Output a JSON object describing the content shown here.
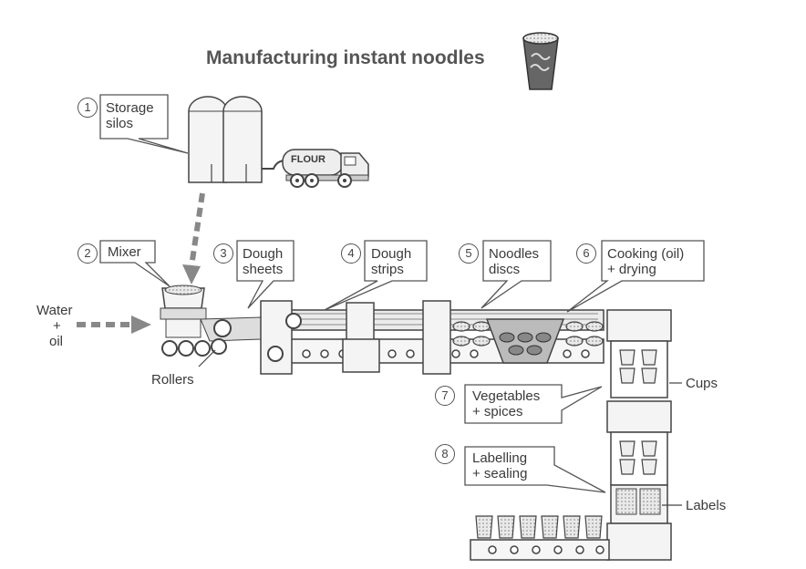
{
  "title": "Manufacturing instant noodles",
  "truck_text": "FLOUR",
  "steps": [
    {
      "number": "1",
      "line1": "Storage",
      "line2": "silos"
    },
    {
      "number": "2",
      "line1": "Mixer",
      "line2": ""
    },
    {
      "number": "3",
      "line1": "Dough",
      "line2": "sheets"
    },
    {
      "number": "4",
      "line1": "Dough",
      "line2": "strips"
    },
    {
      "number": "5",
      "line1": "Noodles",
      "line2": "discs"
    },
    {
      "number": "6",
      "line1": "Cooking (oil)",
      "line2": "+ drying"
    },
    {
      "number": "7",
      "line1": "Vegetables",
      "line2": "+ spices"
    },
    {
      "number": "8",
      "line1": "Labelling",
      "line2": "+ sealing"
    }
  ],
  "inputs": {
    "line1": "Water",
    "line2": "+",
    "line3": "oil"
  },
  "parts": {
    "rollers": "Rollers",
    "cups": "Cups",
    "labels": "Labels"
  }
}
